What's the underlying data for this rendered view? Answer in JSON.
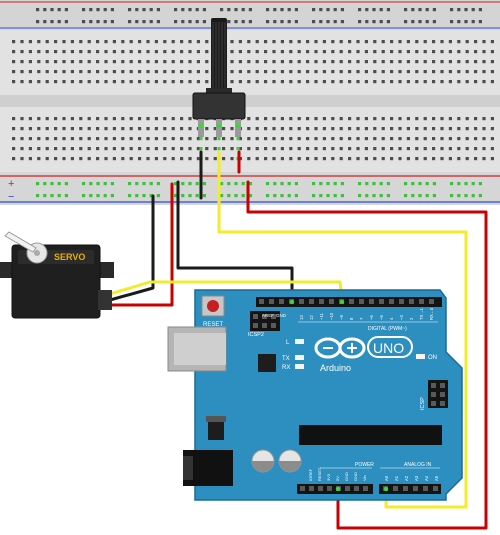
{
  "breadboard": {
    "plus_label": "+",
    "minus_label": "−"
  },
  "servo": {
    "label": "SERVO"
  },
  "arduino": {
    "reset_label": "RESET",
    "icsp2_label": "ICSP2",
    "aref_label": "AREF",
    "gnd_label": "GND",
    "digital_label": "DIGITAL (PWM~)",
    "tx_label": "TX",
    "rx_label": "RX",
    "l_label": "L",
    "uno_label": "UNO",
    "brand_label": "Arduino",
    "on_label": "ON",
    "icsp_label": "ICSP",
    "power_label": "POWER",
    "analog_label": "ANALOG IN",
    "digital_pins": [
      "13",
      "12",
      "~11",
      "~10",
      "~9",
      "8",
      "7",
      "~6",
      "~5",
      "4",
      "~3",
      "2",
      "TX→1",
      "RX←0"
    ],
    "power_pins": [
      "IOREF",
      "RESET",
      "3V3",
      "5V",
      "GND",
      "GND",
      "Vin"
    ],
    "analog_pins": [
      "A0",
      "A1",
      "A2",
      "A3",
      "A4",
      "A5"
    ]
  },
  "colors": {
    "board_blue": "#2c8fc0",
    "wire_red": "#c80000",
    "wire_black": "#1a1a1a",
    "wire_yellow": "#f2ec2a",
    "rail_plus": "#d42020",
    "rail_minus": "#2a4fd0"
  }
}
